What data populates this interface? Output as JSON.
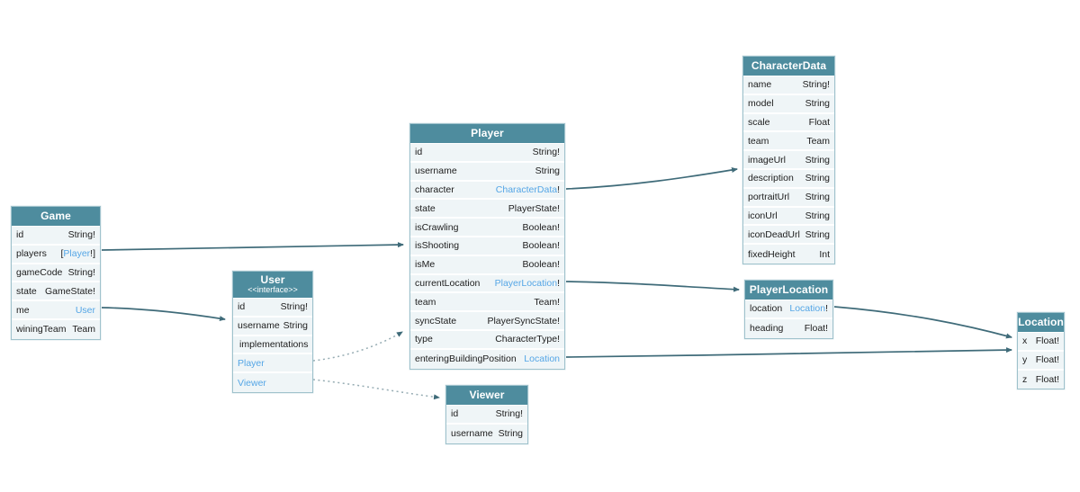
{
  "tables": {
    "game": {
      "title": "Game",
      "fields": [
        {
          "name": "id",
          "type": "String!"
        },
        {
          "name": "players",
          "prefix": "[",
          "link": "Player",
          "suffix": "!]"
        },
        {
          "name": "gameCode",
          "type": "String!"
        },
        {
          "name": "state",
          "type": "GameState!"
        },
        {
          "name": "me",
          "link": "User"
        },
        {
          "name": "winingTeam",
          "type": "Team"
        }
      ]
    },
    "user": {
      "title": "User",
      "subtitle": "<<interface>>",
      "fields": [
        {
          "name": "id",
          "type": "String!"
        },
        {
          "name": "username",
          "type": "String"
        },
        {
          "section": "implementations"
        },
        {
          "impl": "Player"
        },
        {
          "impl": "Viewer"
        }
      ]
    },
    "player": {
      "title": "Player",
      "fields": [
        {
          "name": "id",
          "type": "String!"
        },
        {
          "name": "username",
          "type": "String"
        },
        {
          "name": "character",
          "link": "CharacterData",
          "suffix": "!"
        },
        {
          "name": "state",
          "type": "PlayerState!"
        },
        {
          "name": "isCrawling",
          "type": "Boolean!"
        },
        {
          "name": "isShooting",
          "type": "Boolean!"
        },
        {
          "name": "isMe",
          "type": "Boolean!"
        },
        {
          "name": "currentLocation",
          "link": "PlayerLocation",
          "suffix": "!"
        },
        {
          "name": "team",
          "type": "Team!"
        },
        {
          "name": "syncState",
          "type": "PlayerSyncState!"
        },
        {
          "name": "type",
          "type": "CharacterType!"
        },
        {
          "name": "enteringBuildingPosition",
          "link": "Location"
        }
      ]
    },
    "viewer": {
      "title": "Viewer",
      "fields": [
        {
          "name": "id",
          "type": "String!"
        },
        {
          "name": "username",
          "type": "String"
        }
      ]
    },
    "characterdata": {
      "title": "CharacterData",
      "fields": [
        {
          "name": "name",
          "type": "String!"
        },
        {
          "name": "model",
          "type": "String"
        },
        {
          "name": "scale",
          "type": "Float"
        },
        {
          "name": "team",
          "type": "Team"
        },
        {
          "name": "imageUrl",
          "type": "String"
        },
        {
          "name": "description",
          "type": "String"
        },
        {
          "name": "portraitUrl",
          "type": "String"
        },
        {
          "name": "iconUrl",
          "type": "String"
        },
        {
          "name": "iconDeadUrl",
          "type": "String"
        },
        {
          "name": "fixedHeight",
          "type": "Int"
        }
      ]
    },
    "playerlocation": {
      "title": "PlayerLocation",
      "fields": [
        {
          "name": "location",
          "link": "Location",
          "suffix": "!"
        },
        {
          "name": "heading",
          "type": "Float!"
        }
      ]
    },
    "location": {
      "title": "Location",
      "fields": [
        {
          "name": "x",
          "type": "Float!"
        },
        {
          "name": "y",
          "type": "Float!"
        },
        {
          "name": "z",
          "type": "Float!"
        }
      ]
    }
  },
  "edges": [
    {
      "from": "Game.players",
      "to": "Player",
      "style": "solid"
    },
    {
      "from": "Game.me",
      "to": "User",
      "style": "solid"
    },
    {
      "from": "User.Player",
      "to": "Player",
      "style": "dotted-implementation"
    },
    {
      "from": "User.Viewer",
      "to": "Viewer",
      "style": "dotted-implementation"
    },
    {
      "from": "Player.character",
      "to": "CharacterData",
      "style": "solid"
    },
    {
      "from": "Player.currentLocation",
      "to": "PlayerLocation",
      "style": "solid"
    },
    {
      "from": "Player.enteringBuildingPosition",
      "to": "Location",
      "style": "solid"
    },
    {
      "from": "PlayerLocation.location",
      "to": "Location",
      "style": "solid"
    }
  ],
  "colors": {
    "header": "#4e8c9e",
    "row_bg": "#eff5f7",
    "border": "#9fc2cc",
    "link": "#55a6e6",
    "edge": "#3f6b79",
    "edge_dotted": "#96acb3",
    "text": "#1c1c1c"
  }
}
